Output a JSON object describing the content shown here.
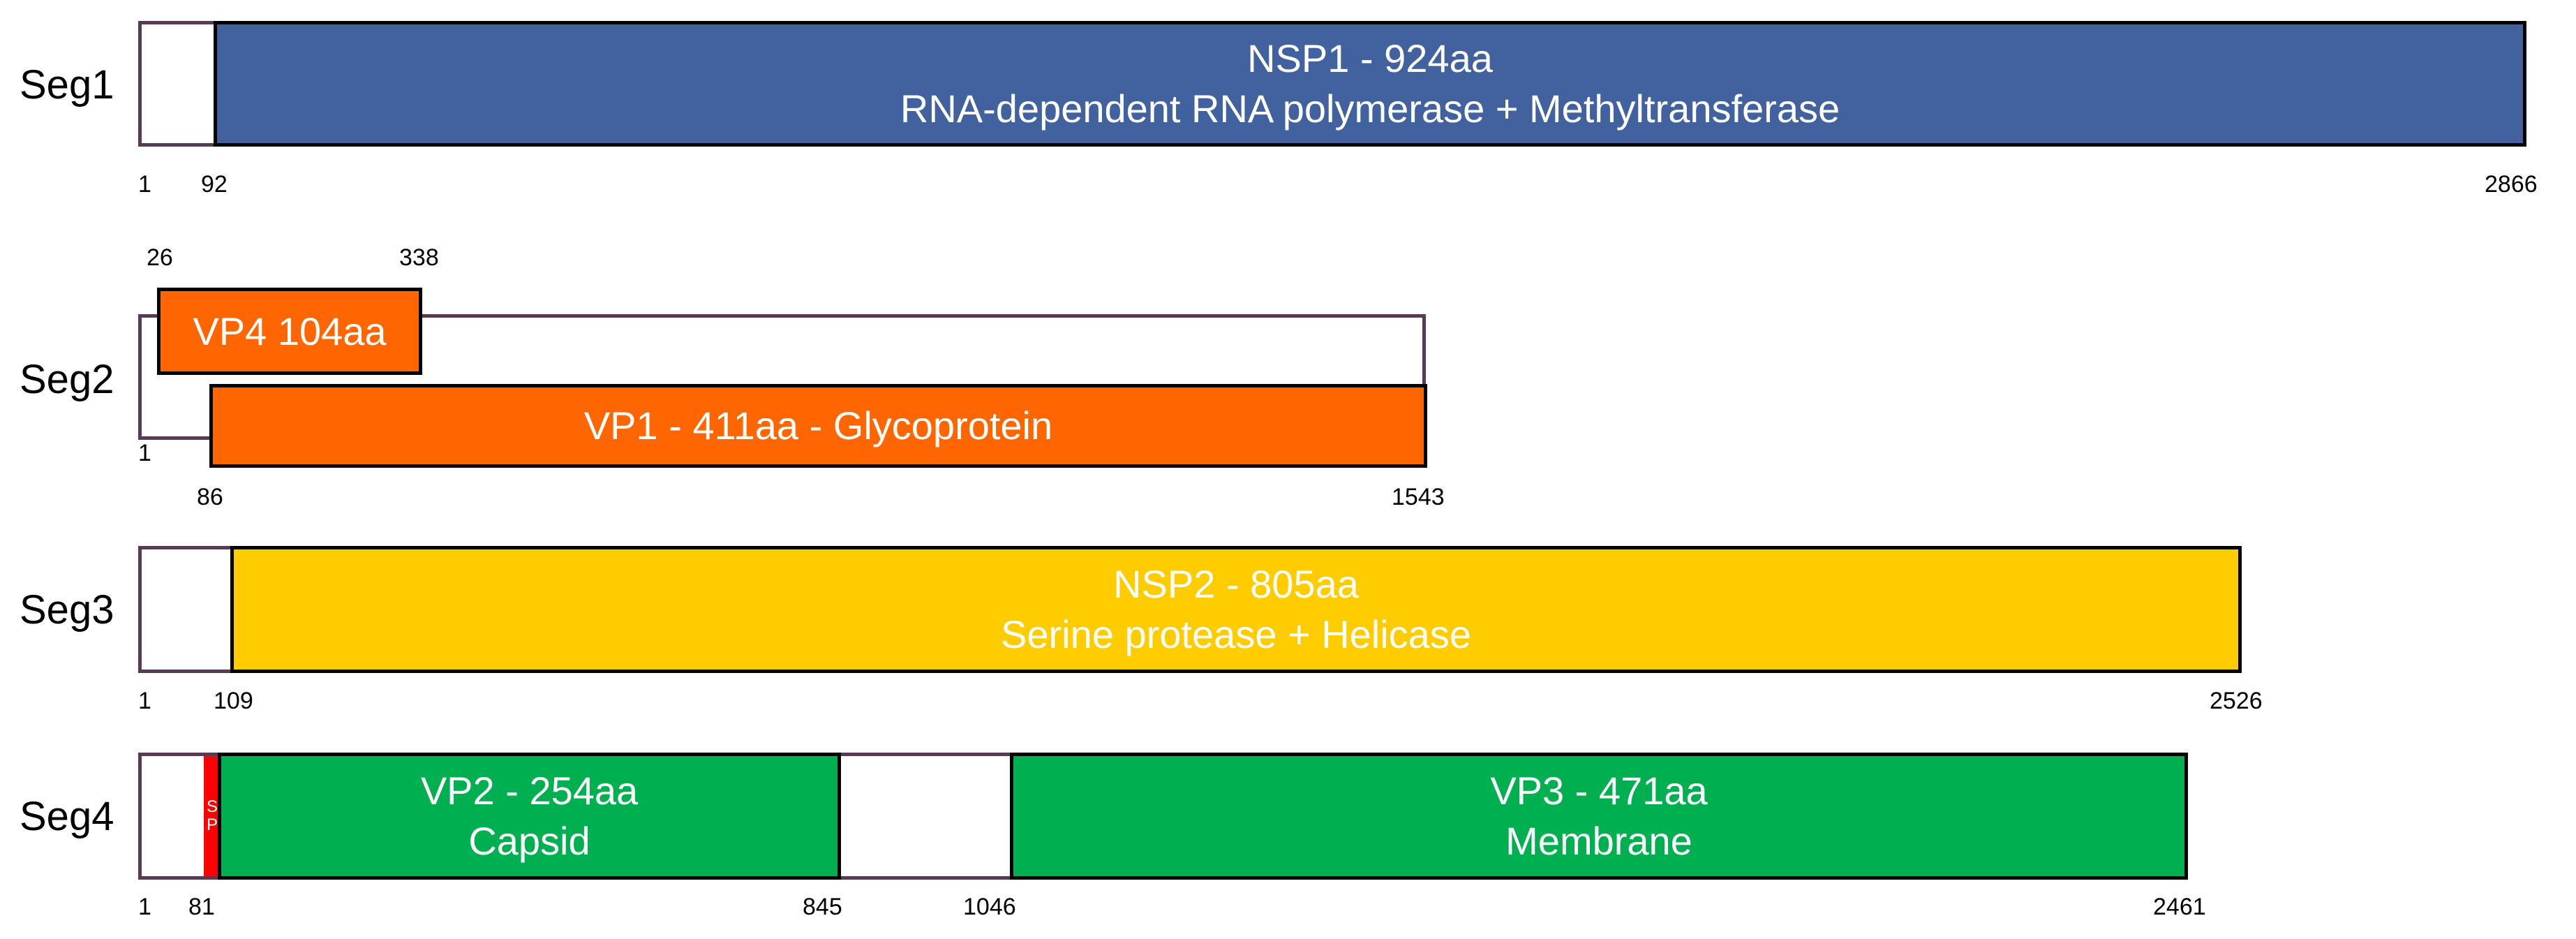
{
  "colors": {
    "seg1": "#41629e",
    "seg2": "#ff6600",
    "seg3": "#ffcc00",
    "seg4": "#00b050",
    "signal_peptide": "#ff0000",
    "untranslated_border": "#5a3a52"
  },
  "seg1": {
    "label": "Seg1",
    "nsp1_title": "NSP1 - 924aa",
    "nsp1_desc": "RNA-dependent RNA polymerase + Methyltransferase",
    "tick_start": "1",
    "tick_orf": "92",
    "tick_end": "2866"
  },
  "seg2": {
    "label": "Seg2",
    "vp4_title": "VP4 104aa",
    "vp1_title": "VP1 - 411aa - Glycoprotein",
    "tick_vp4_start": "26",
    "tick_vp4_end": "338",
    "tick_start": "1",
    "tick_vp1_start": "86",
    "tick_end": "1543"
  },
  "seg3": {
    "label": "Seg3",
    "nsp2_title": "NSP2 - 805aa",
    "nsp2_desc": "Serine protease + Helicase",
    "tick_start": "1",
    "tick_orf": "109",
    "tick_end": "2526"
  },
  "seg4": {
    "label": "Seg4",
    "sp_letter1": "S",
    "sp_letter2": "P",
    "vp2_title": "VP2 - 254aa",
    "vp2_desc": "Capsid",
    "vp3_title": "VP3 - 471aa",
    "vp3_desc": "Membrane",
    "tick_start": "1",
    "tick_vp2_start": "81",
    "tick_vp2_end": "845",
    "tick_vp3_start": "1046",
    "tick_end": "2461"
  }
}
